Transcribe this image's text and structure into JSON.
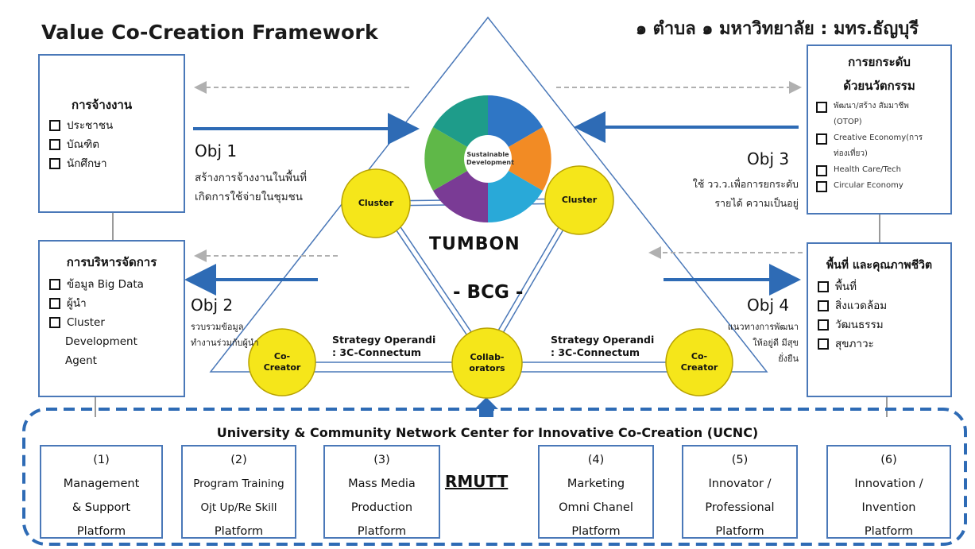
{
  "title": "Value Co-Creation Framework",
  "thai_title": "๑ ตำบล ๑ มหาวิทยาลัย : มทร.ธัญบุรี",
  "box_employment": {
    "heading": "การจ้างงาน",
    "items": [
      "ประชาชน",
      "บัณฑิต",
      "นักศึกษา"
    ]
  },
  "box_management": {
    "heading": "การบริหารจัดการ",
    "items": [
      "ข้อมูล Big Data",
      "ผู้นำ",
      "Cluster",
      "Development",
      "Agent"
    ]
  },
  "box_innovation": {
    "heading_line1": "การยกระดับ",
    "heading_line2": "ด้วยนวัตกรรม",
    "items": [
      "พัฒนา/สร้าง สัมมาชีพ",
      "(OTOP)",
      "Creative Economy(การ",
      "ท่องเที่ยว)",
      "Health Care/Tech",
      "Circular Economy"
    ]
  },
  "box_area": {
    "heading": "พื้นที่ และคุณภาพชีวิต",
    "items": [
      "พื้นที่",
      "สิ่งแวดล้อม",
      "วัฒนธรรม",
      "สุขภาวะ"
    ]
  },
  "objectives": {
    "obj1": {
      "label": "Obj 1",
      "line1": "สร้างการจ้างงานในพื้นที่",
      "line2": "เกิดการใช้จ่ายในชุมชน"
    },
    "obj2": {
      "label": "Obj 2",
      "line1": "รวบรวมข้อมูล",
      "line2": "ทำงานร่วมกับผู้นำ"
    },
    "obj3": {
      "label": "Obj 3",
      "line1": "ใช้ วว.ว.เพื่อการยกระดับ",
      "line2": "รายได้ ความเป็นอยู่"
    },
    "obj4": {
      "label": "Obj 4",
      "line1": "แนวทางการพัฒนา",
      "line2": "ให้อยู่ดี มีสุข",
      "line3": "ยั่งยืน"
    }
  },
  "center": {
    "tumbon": "TUMBON",
    "bcg": "- BCG -"
  },
  "circles": {
    "cluster_left": "Cluster",
    "cluster_right": "Cluster",
    "cocreator_left": [
      "Co-",
      "Creator"
    ],
    "collaborators": [
      "Collab-",
      "orators"
    ],
    "cocreator_right": [
      "Co-",
      "Creator"
    ]
  },
  "strategy": {
    "line1": "Strategy Operandi",
    "line2": ": 3C-Connectum"
  },
  "wheel": {
    "center_line1": "Sustainable",
    "center_line2": "Development"
  },
  "ucnc_title": "University & Community Network Center for Innovative Co-Creation (UCNC)",
  "rmutt": "RMUTT",
  "platforms": [
    {
      "num": "(1)",
      "line1": "Management",
      "line2": "& Support",
      "line3": "Platform"
    },
    {
      "num": "(2)",
      "line1": "Program Training",
      "line2": "Ojt Up/Re Skill",
      "line3": "Platform"
    },
    {
      "num": "(3)",
      "line1": "Mass Media",
      "line2": "Production",
      "line3": "Platform"
    },
    {
      "num": "(4)",
      "line1": "Marketing",
      "line2": "Omni Chanel",
      "line3": "Platform"
    },
    {
      "num": "(5)",
      "line1": "Innovator /",
      "line2": "Professional",
      "line3": "Platform"
    },
    {
      "num": "(6)",
      "line1": "Innovation /",
      "line2": "Invention",
      "line3": "Platform"
    }
  ],
  "colors": {
    "blue": "#2e6bb5",
    "circle_fill": "#f5e61a",
    "circle_stroke": "#b8a200",
    "box_border": "#4a78b8"
  }
}
